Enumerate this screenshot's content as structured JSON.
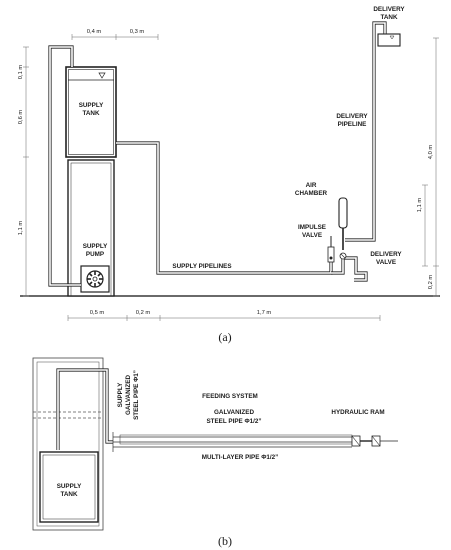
{
  "panel_a": {
    "caption": "(a)",
    "labels": {
      "delivery_tank_1": "DELIVERY",
      "delivery_tank_2": "TANK",
      "delivery_pipeline_1": "DELIVERY",
      "delivery_pipeline_2": "PIPELINE",
      "supply_tank_1": "SUPPLY",
      "supply_tank_2": "TANK",
      "air_chamber_1": "AIR",
      "air_chamber_2": "CHAMBER",
      "impulse_valve_1": "IMPULSE",
      "impulse_valve_2": "VALVE",
      "delivery_valve_1": "DELIVERY",
      "delivery_valve_2": "VALVE",
      "supply_pump_1": "SUPPLY",
      "supply_pump_2": "PUMP",
      "supply_pipelines": "SUPPLY PIPELINES"
    },
    "dimensions": {
      "top_left": "0,4 m",
      "top_right": "0,3 m",
      "left_top": "0,1 m",
      "left_mid": "0,6 m",
      "left_bottom": "1,1 m",
      "right_big": "4,0 m",
      "right_mid": "1,1 m",
      "right_small": "0,2 m",
      "bottom_1": "0,5 m",
      "bottom_2": "0,2 m",
      "bottom_3": "1,7 m"
    }
  },
  "panel_b": {
    "caption": "(b)",
    "labels": {
      "supply_pipe_1": "SUPPLY",
      "supply_pipe_2": "GALVANIZED",
      "supply_pipe_3": "STEEL PIPE Φ1”",
      "feeding_system": "FEEDING SYSTEM",
      "galvanized_1": "GALVANIZED",
      "galvanized_2": "STEEL PIPE Φ1/2”",
      "hydraulic_ram": "HYDRAULIC RAM",
      "multilayer_pipe": "MULTI-LAYER PIPE Φ1/2”",
      "supply_tank_1": "SUPPLY",
      "supply_tank_2": "TANK"
    }
  }
}
